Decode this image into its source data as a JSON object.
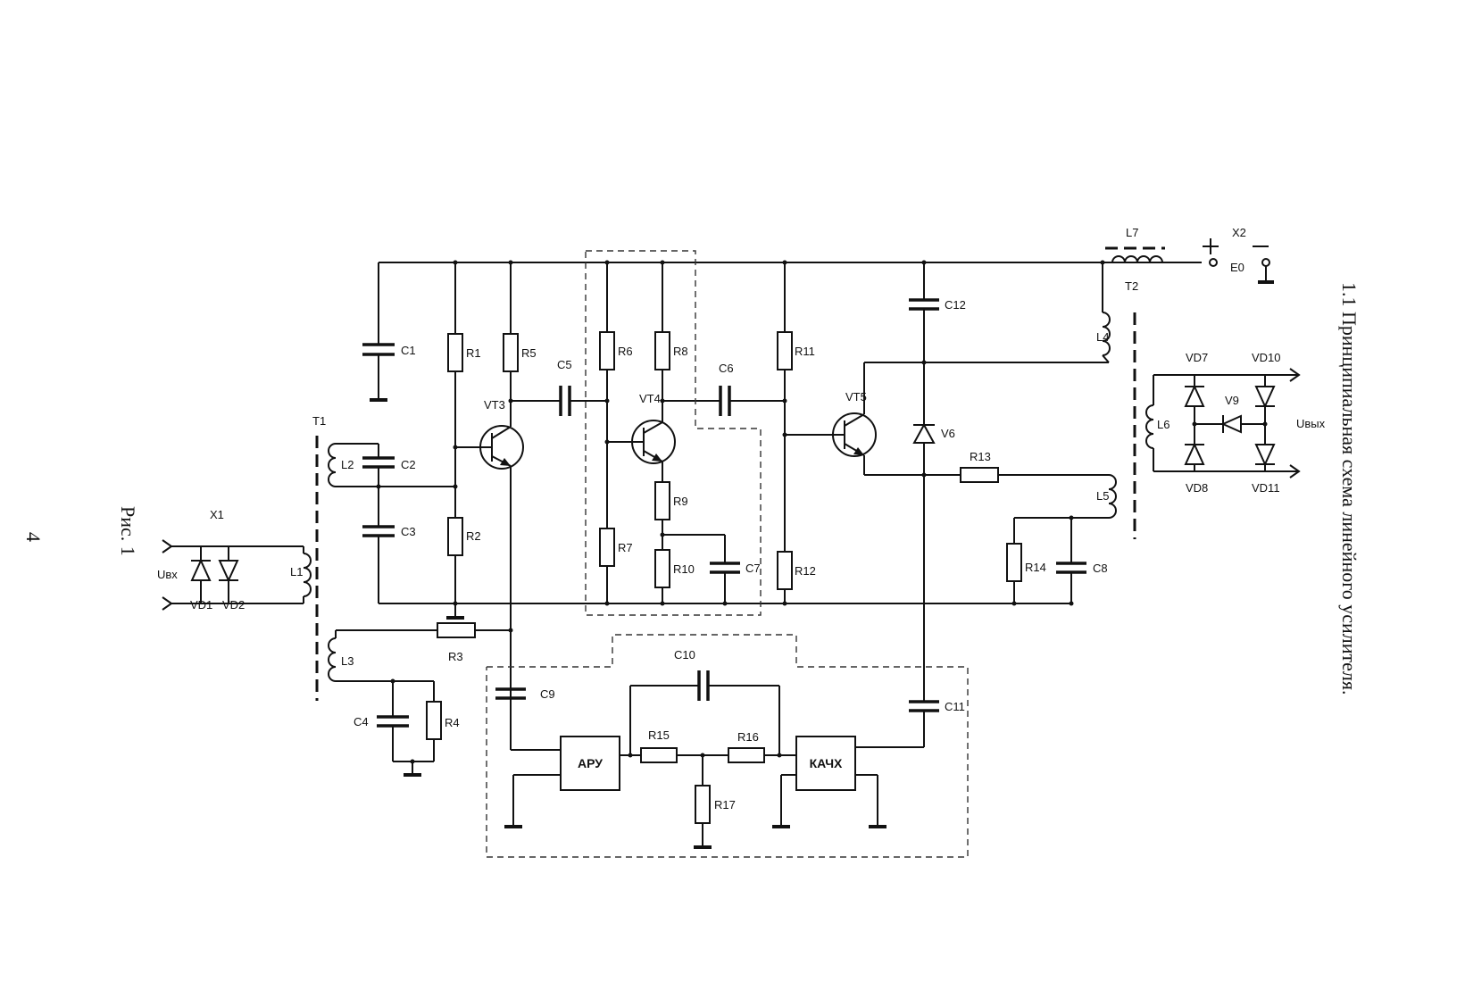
{
  "caption": "1.1 Принципиальная схема линейного усилителя.",
  "figure_label": "Рис. 1",
  "page_number": "4",
  "connectors": {
    "x1": "X1",
    "x2": "X2",
    "uvx": "Uвх",
    "uvyx": "Uвых",
    "e0": "E0",
    "plus": "+",
    "minus": "−"
  },
  "transformers": {
    "t1": "T1",
    "t2": "T2"
  },
  "inductors": [
    "L1",
    "L2",
    "L3",
    "L4",
    "L5",
    "L6",
    "L7"
  ],
  "resistors": [
    "R1",
    "R2",
    "R3",
    "R4",
    "R5",
    "R6",
    "R7",
    "R8",
    "R9",
    "R10",
    "R11",
    "R12",
    "R13",
    "R14",
    "R15",
    "R16",
    "R17"
  ],
  "capacitors": [
    "C1",
    "C2",
    "C3",
    "C4",
    "C5",
    "C6",
    "C7",
    "C8",
    "C9",
    "C10",
    "C11",
    "C12"
  ],
  "transistors": [
    "VT3",
    "VT4",
    "VT5"
  ],
  "diodes": [
    "VD1",
    "VD2",
    "V6",
    "VD7",
    "VD8",
    "V9",
    "VD10",
    "VD11"
  ],
  "blocks": {
    "agc": "АРУ",
    "freq": "КАЧХ"
  }
}
